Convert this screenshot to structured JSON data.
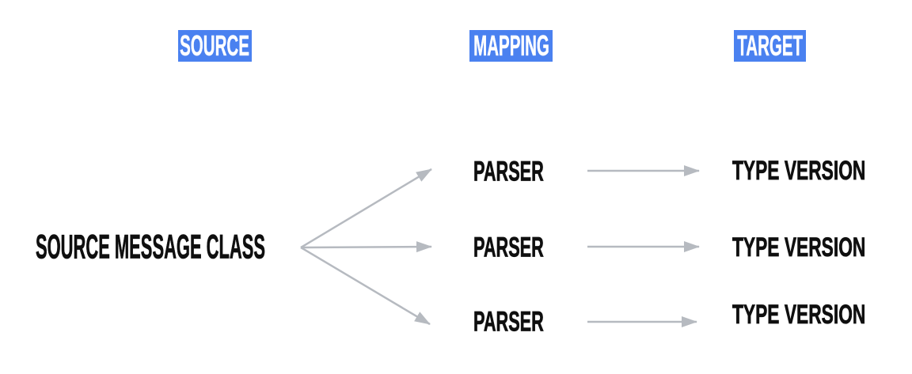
{
  "diagram": {
    "columns": {
      "source": "SOURCE",
      "mapping": "MAPPING",
      "target": "TARGET"
    },
    "source_node": "SOURCE MESSAGE CLASS",
    "rows": [
      {
        "parser": "PARSER",
        "type_version": "TYPE VERSION"
      },
      {
        "parser": "PARSER",
        "type_version": "TYPE VERSION"
      },
      {
        "parser": "PARSER",
        "type_version": "TYPE VERSION"
      }
    ],
    "colors": {
      "header_bg": "#4a81f0",
      "header_text": "#ffffff",
      "label_text": "#0f0f0f",
      "arrow": "#b6bac0",
      "background": "#ffffff"
    }
  }
}
